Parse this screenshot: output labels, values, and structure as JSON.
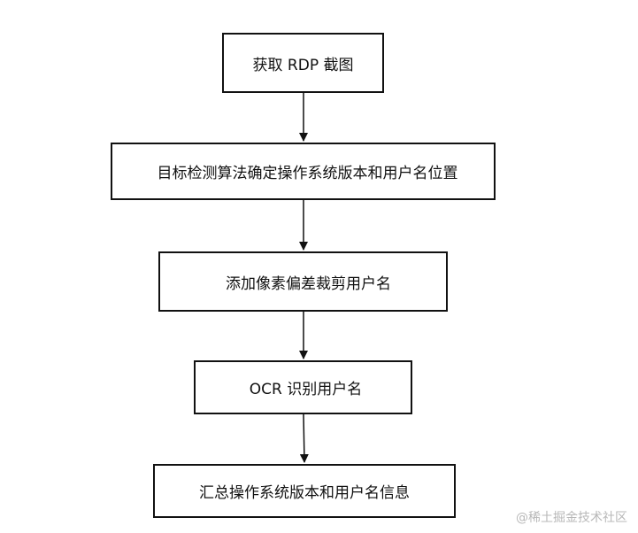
{
  "flow": {
    "steps": [
      "获取 RDP 截图",
      "目标检测算法确定操作系统版本和用户名位置",
      "添加像素偏差裁剪用户名",
      "OCR 识别用户名",
      "汇总操作系统版本和用户名信息"
    ]
  },
  "watermark": "@稀土掘金技术社区",
  "colors": {
    "stroke": "#111111",
    "watermark": "#b8b8b8"
  }
}
